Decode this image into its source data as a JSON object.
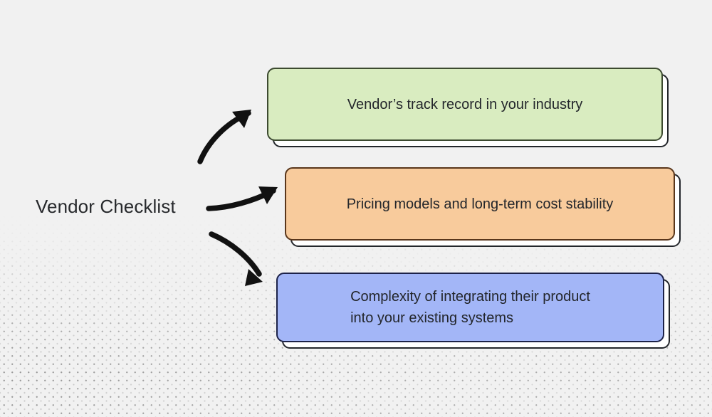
{
  "diagram": {
    "type": "mind-map",
    "background_color": "#f1f1f1",
    "root": {
      "label": "Vendor Checklist",
      "text_color": "#27292c"
    },
    "nodes": [
      {
        "id": "green",
        "label": "Vendor’s track record in your industry",
        "fill": "#d9ecc0",
        "border": "#3c4a30",
        "text_color": "#23262b"
      },
      {
        "id": "orange",
        "label": "Pricing models and long-term cost stability",
        "fill": "#f8cb9c",
        "border": "#59361b",
        "text_color": "#23262b"
      },
      {
        "id": "blue",
        "label": "Complexity of integrating their product\ninto your existing systems",
        "fill": "#a3b6f7",
        "border": "#1d2248",
        "text_color": "#23262b"
      }
    ],
    "connectors": [
      {
        "id": "arrow-to-green",
        "from": "Vendor Checklist",
        "to": "Vendor’s track record in your industry",
        "style": "hand-drawn curved arrow",
        "direction": "up-right",
        "color": "#111111"
      },
      {
        "id": "arrow-to-orange",
        "from": "Vendor Checklist",
        "to": "Pricing models and long-term cost stability",
        "style": "hand-drawn curved arrow",
        "direction": "right",
        "color": "#111111"
      },
      {
        "id": "arrow-to-blue",
        "from": "Vendor Checklist",
        "to": "Complexity of integrating their product into your existing systems",
        "style": "hand-drawn curved arrow",
        "direction": "down-right",
        "color": "#111111"
      }
    ]
  }
}
